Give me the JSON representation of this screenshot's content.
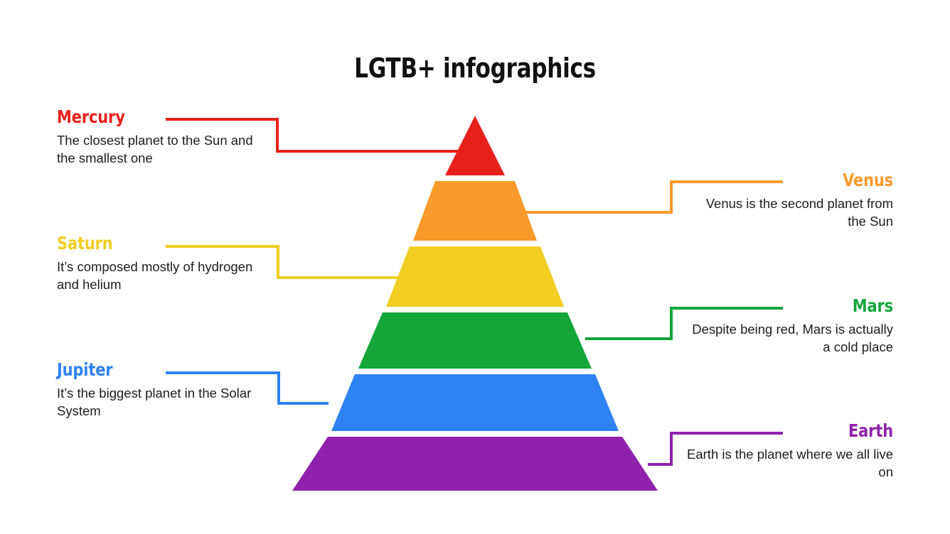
{
  "title": "LGTB+ infographics",
  "colors": {
    "red": "#E8201C",
    "orange": "#F99A2B",
    "yellow": "#F0CE22",
    "green": "#14A63B",
    "blue": "#2E82F2",
    "purple": "#8E22AC",
    "text": "#1d1d1d",
    "background": "#ffffff"
  },
  "chart_data": {
    "type": "pyramid",
    "title": "LGTB+ infographics",
    "legend_position": "sides",
    "layers": [
      {
        "index": 0,
        "name": "Mercury",
        "color": "#E8201C",
        "side": "left",
        "shape": "triangle"
      },
      {
        "index": 1,
        "name": "Venus",
        "color": "#F99A2B",
        "side": "right",
        "shape": "trapezoid"
      },
      {
        "index": 2,
        "name": "Saturn",
        "color": "#F0CE22",
        "side": "left",
        "shape": "trapezoid"
      },
      {
        "index": 3,
        "name": "Mars",
        "color": "#14A63B",
        "side": "right",
        "shape": "trapezoid"
      },
      {
        "index": 4,
        "name": "Jupiter",
        "color": "#2E82F2",
        "side": "left",
        "shape": "trapezoid"
      },
      {
        "index": 5,
        "name": "Earth",
        "color": "#8E22AC",
        "side": "right",
        "shape": "trapezoid"
      }
    ]
  },
  "callouts": {
    "mercury": {
      "name": "Mercury",
      "description": "The closest planet to the Sun and the smallest one",
      "color": "#E8201C"
    },
    "venus": {
      "name": "Venus",
      "description": "Venus is the second planet from the Sun",
      "color": "#F99A2B"
    },
    "saturn": {
      "name": "Saturn",
      "description": "It’s composed mostly of hydrogen and helium",
      "color": "#F0CE22"
    },
    "mars": {
      "name": "Mars",
      "description": "Despite being red, Mars is actually a cold place",
      "color": "#14A63B"
    },
    "jupiter": {
      "name": "Jupiter",
      "description": "It’s the biggest planet in the Solar System",
      "color": "#2E82F2"
    },
    "earth": {
      "name": "Earth",
      "description": "Earth is the planet where we all live on",
      "color": "#8E22AC"
    }
  }
}
